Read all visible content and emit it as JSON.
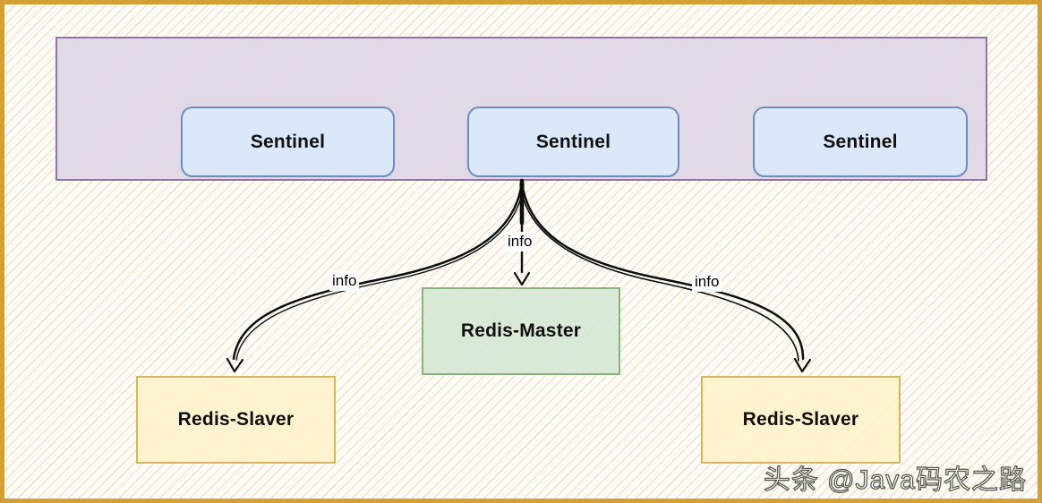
{
  "diagram": {
    "type": "architecture-diagram",
    "topic": "Redis Sentinel monitoring Redis master and slaves",
    "sentinel_group": {
      "sentinels": [
        {
          "label": "Sentinel"
        },
        {
          "label": "Sentinel"
        },
        {
          "label": "Sentinel"
        }
      ]
    },
    "nodes": {
      "master": {
        "label": "Redis-Master"
      },
      "slaver_left": {
        "label": "Redis-Slaver"
      },
      "slaver_right": {
        "label": "Redis-Slaver"
      }
    },
    "edges": [
      {
        "from": "sentinel-group",
        "to": "slaver_left",
        "label": "info"
      },
      {
        "from": "sentinel-group",
        "to": "master",
        "label": "info"
      },
      {
        "from": "sentinel-group",
        "to": "slaver_right",
        "label": "info"
      }
    ],
    "edge_labels": {
      "to_slaver_left": "info",
      "to_master": "info",
      "to_slaver_right": "info"
    }
  },
  "watermark": {
    "text": "头条 @Java码农之路"
  },
  "colors": {
    "frame_border": "#D3A035",
    "hatch_line": "#E0BA8C",
    "sentinel_group_fill": "#E0D7E5",
    "sentinel_group_border": "#9173A6",
    "sentinel_fill": "#DBE8FB",
    "sentinel_border": "#6C8EBF",
    "master_fill": "#D5E8D4",
    "master_border": "#8AB37E",
    "slaver_fill": "#FFF2CC",
    "slaver_border": "#D6B656",
    "edge_color": "#0D0D0D",
    "label_text": "#101010",
    "watermark_text": "#FFFFFF"
  }
}
